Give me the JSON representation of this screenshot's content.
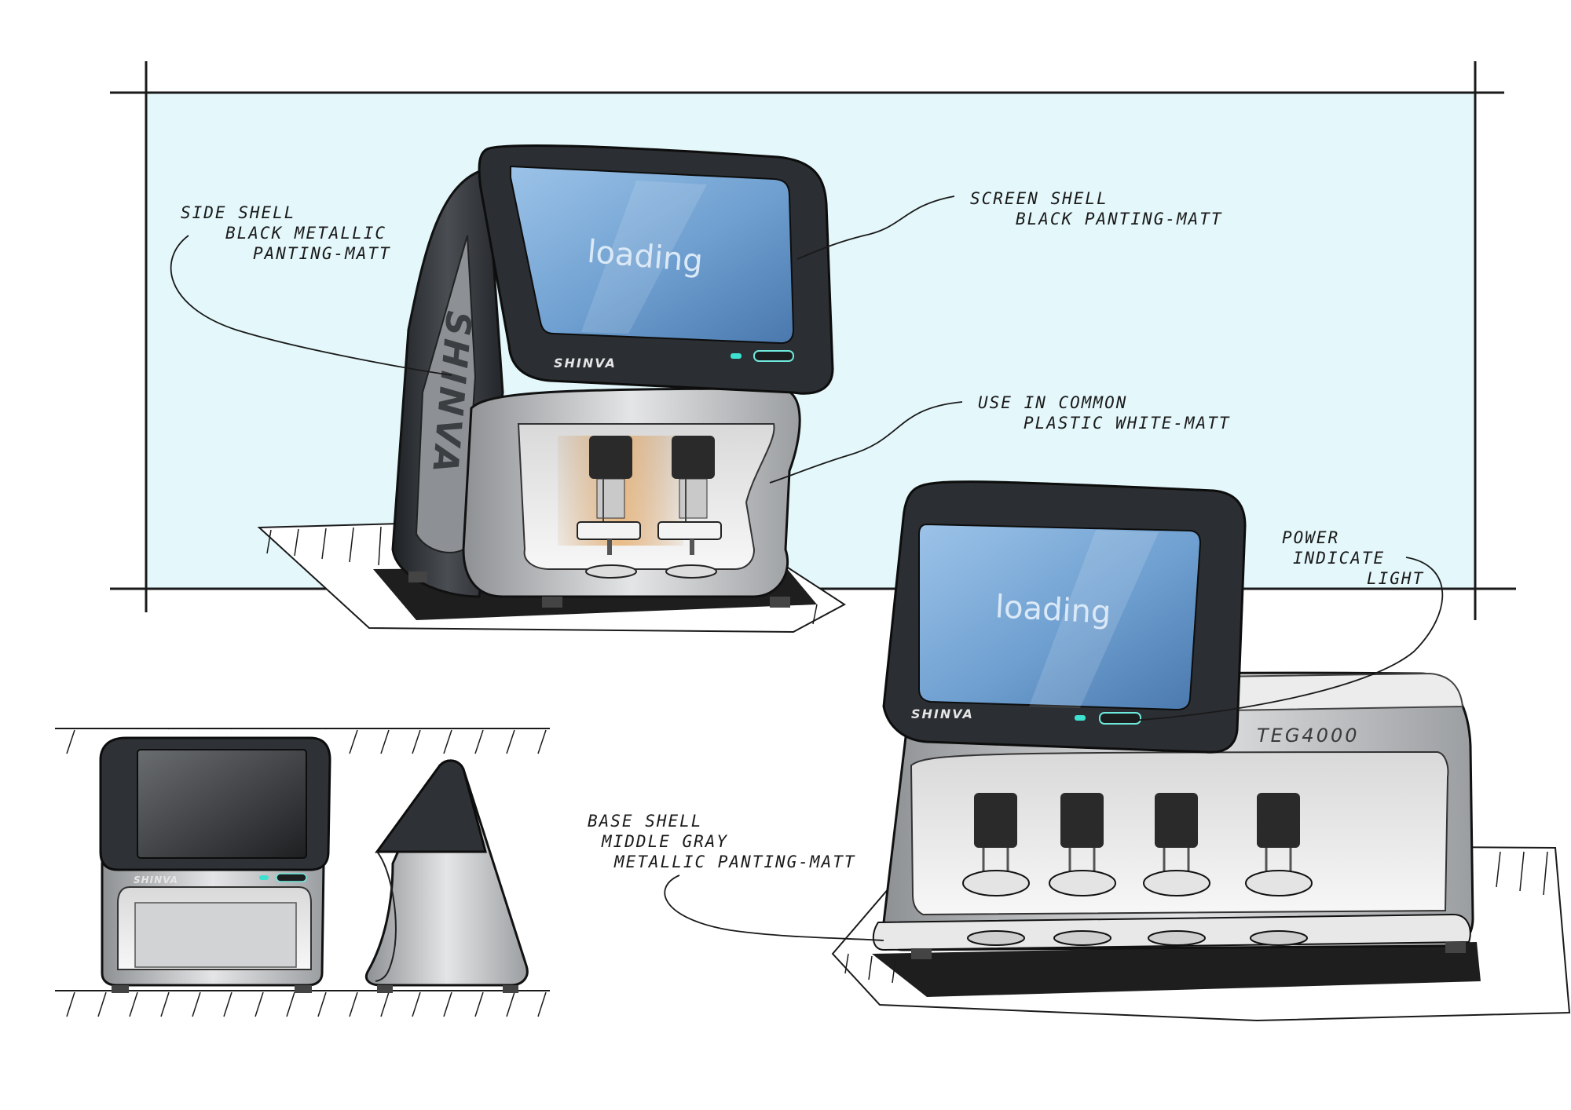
{
  "annotations": {
    "side_shell": [
      "SIDE SHELL",
      "BLACK METALLIC",
      "PANTING-MATT"
    ],
    "screen_shell": [
      "SCREEN SHELL",
      "BLACK PANTING-MATT"
    ],
    "use_in_common": [
      "USE IN COMMON",
      "PLASTIC WHITE-MATT"
    ],
    "power_light": [
      "POWER",
      "INDICATE",
      "LIGHT"
    ],
    "base_shell": [
      "BASE SHELL",
      "MIDDLE GRAY",
      "METALLIC PANTING-MATT"
    ]
  },
  "screens": {
    "top_text": "loading",
    "right_text": "loading"
  },
  "branding": {
    "brand": "SHINVA",
    "side_brand": "SHINVA",
    "model": "TEG4000"
  },
  "colors": {
    "backdrop": "#e4f7fb",
    "shell_dark": "#2e3236",
    "screen_blue": "#6e9fd0",
    "indicator": "#3ee0d0",
    "base_gray": "#c4c6c8"
  }
}
